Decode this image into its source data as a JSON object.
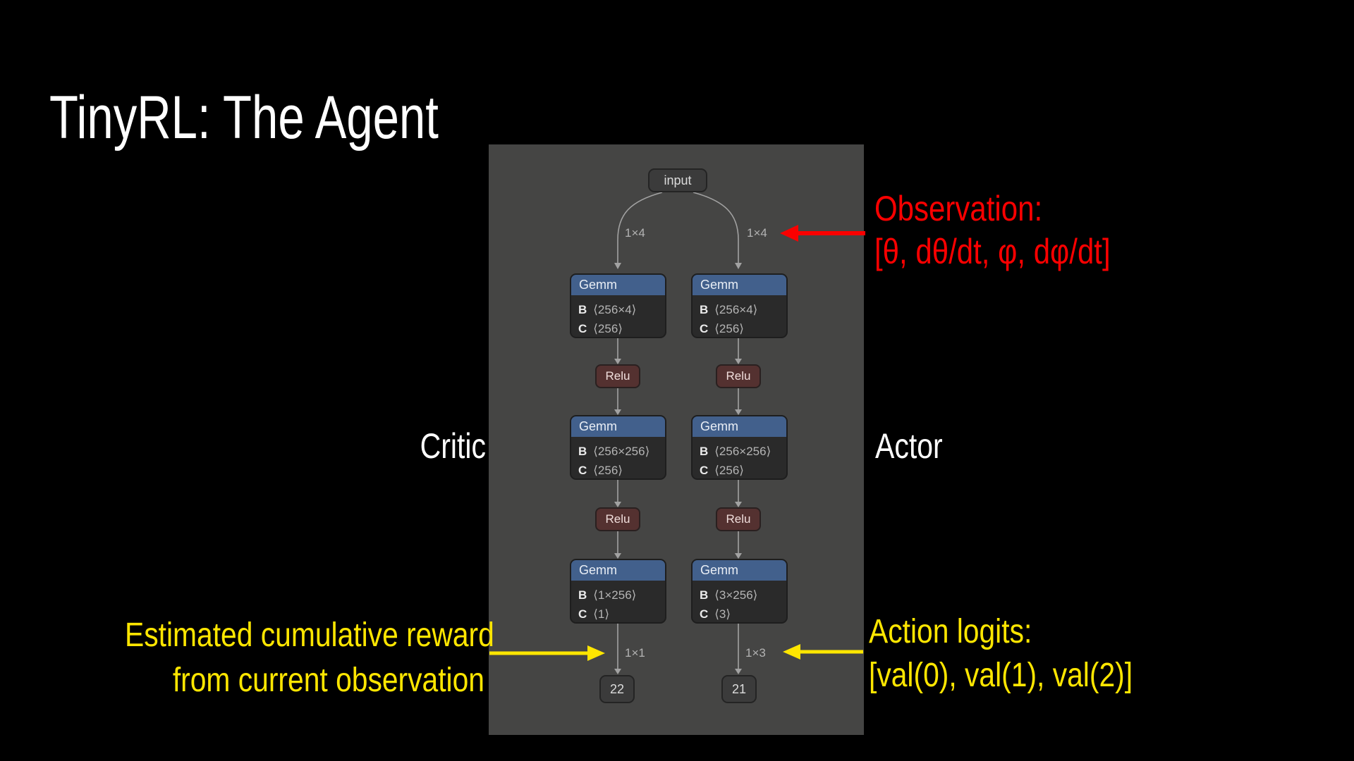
{
  "slide": {
    "title": "TinyRL: The Agent"
  },
  "diagram": {
    "param_b": "B",
    "param_c": "C",
    "input": "input",
    "critic": {
      "side_label": "Critic",
      "in_dim": "1×4",
      "gemm1": {
        "op": "Gemm",
        "b": "⟨256×4⟩",
        "c": "⟨256⟩"
      },
      "relu1": "Relu",
      "gemm2": {
        "op": "Gemm",
        "b": "⟨256×256⟩",
        "c": "⟨256⟩"
      },
      "relu2": "Relu",
      "gemm3": {
        "op": "Gemm",
        "b": "⟨1×256⟩",
        "c": "⟨1⟩"
      },
      "out_dim": "1×1",
      "out_node": "22"
    },
    "actor": {
      "side_label": "Actor",
      "in_dim": "1×4",
      "gemm1": {
        "op": "Gemm",
        "b": "⟨256×4⟩",
        "c": "⟨256⟩"
      },
      "relu1": "Relu",
      "gemm2": {
        "op": "Gemm",
        "b": "⟨256×256⟩",
        "c": "⟨256⟩"
      },
      "relu2": "Relu",
      "gemm3": {
        "op": "Gemm",
        "b": "⟨3×256⟩",
        "c": "⟨3⟩"
      },
      "out_dim": "1×3",
      "out_node": "21"
    }
  },
  "annotations": {
    "observation": {
      "line1": "Observation:",
      "line2": "[θ, dθ/dt, φ, dφ/dt]"
    },
    "reward": {
      "line1": "Estimated cumulative reward",
      "line2": "from current observation"
    },
    "action": {
      "line1": "Action logits:",
      "line2": "[val(0), val(1), val(2)]"
    }
  },
  "colors": {
    "background": "#000000",
    "panel": "#454544",
    "node-blue": "#42608c",
    "node-body": "#2a2a2a",
    "node-red": "#543130",
    "node-dark": "#3b3b3b",
    "edge": "#a2a2a2",
    "accent-red": "#fa0000",
    "accent-yellow": "#ffe600",
    "text-white": "#ffffff"
  }
}
